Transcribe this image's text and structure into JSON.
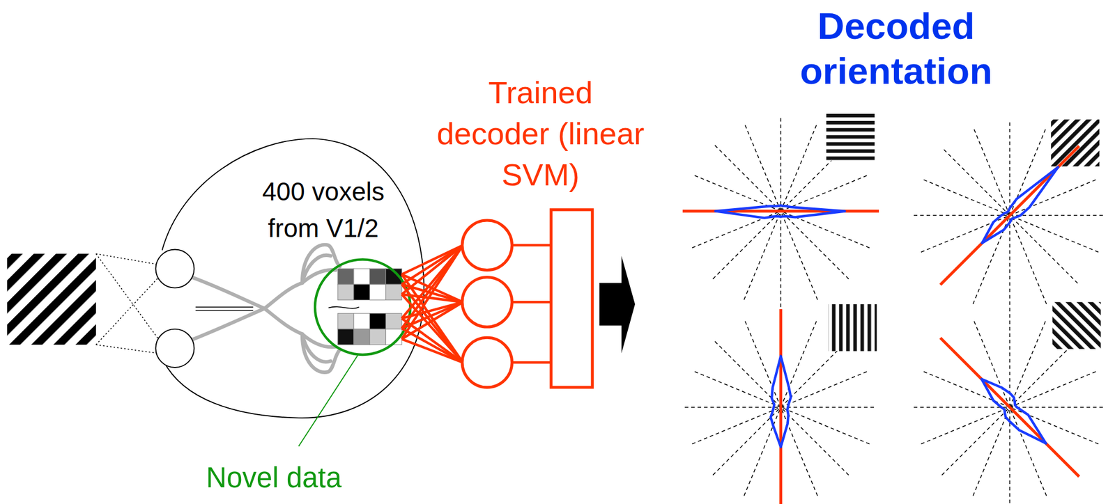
{
  "diagram": {
    "labels": [
      "400 voxels from V1/2",
      "Trained decoder (linear SVM)",
      "Decoded orientation",
      "Novel data"
    ]
  }
}
